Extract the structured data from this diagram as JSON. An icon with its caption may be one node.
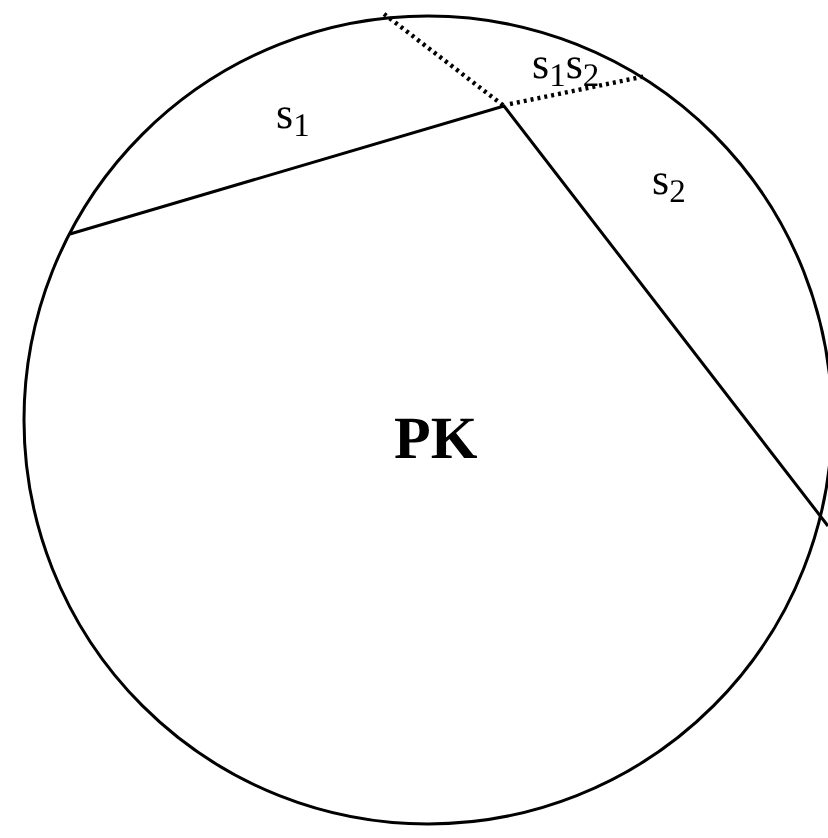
{
  "diagram": {
    "nodes": [
      {
        "text": [
          "PK"
        ]
      }
    ],
    "labels": [
      "s$_{1}$s$_{2}$",
      "s$_{1}$",
      "s$_{2}$"
    ]
  }
}
